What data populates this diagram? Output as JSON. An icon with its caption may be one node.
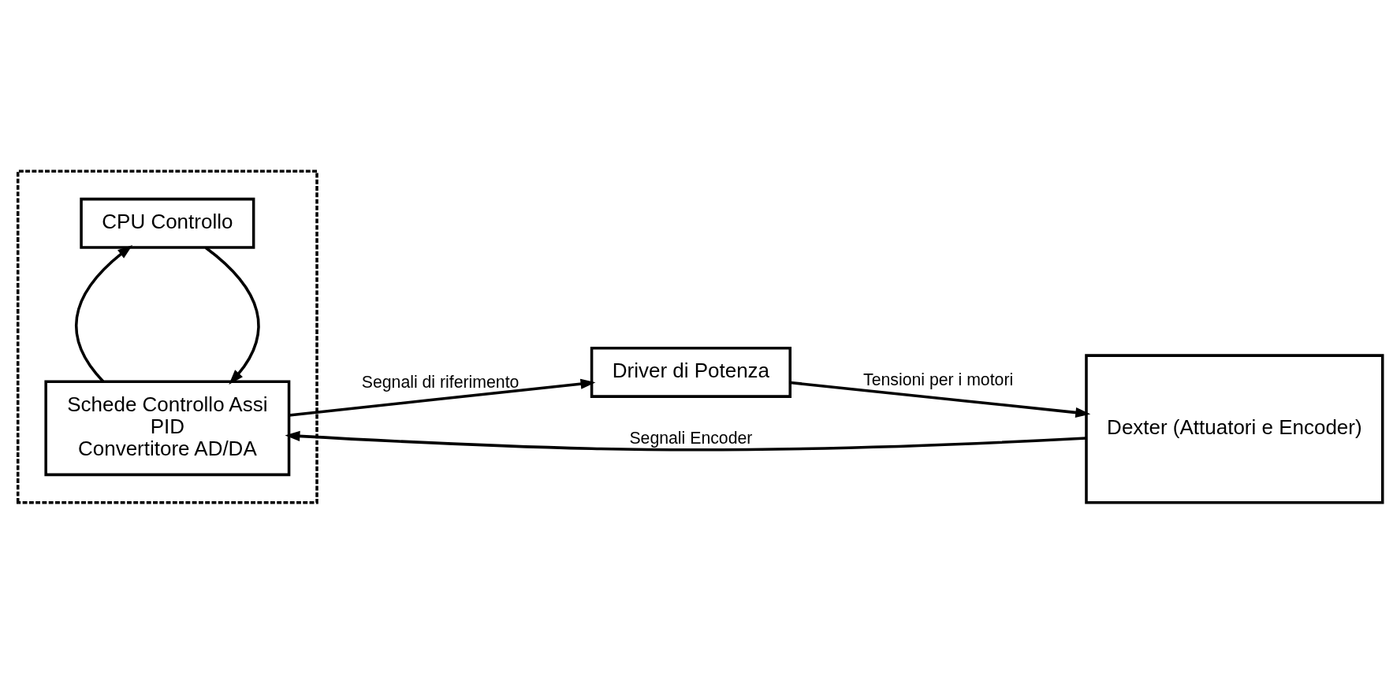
{
  "diagram": {
    "nodes": [
      {
        "text": [],
        "shape": "box"
      },
      {
        "text": [
          "CPU Controllo"
        ],
        "in": 0
      },
      {
        "text": [
          "Schede Controllo Assi",
          "PID",
          "Convertitore AD/DA"
        ],
        "in": 0
      },
      {
        "text": [
          "Driver di Potenza"
        ]
      },
      {
        "text": [
          "Dexter (Attuatori e Encoder)"
        ]
      }
    ],
    "edges": [
      {
        "from": 1,
        "to": 2,
        "arrow": "to"
      },
      {
        "from": 2,
        "to": 1,
        "arrow": "to"
      },
      {
        "from": 2,
        "to": 3,
        "arrow": "to",
        "label": "Segnali di riferimento"
      },
      {
        "from": 3,
        "to": 4,
        "arrow": "to",
        "label": "Tensioni per i motori"
      },
      {
        "from": 4,
        "to": 2,
        "arrow": "to",
        "label": "Segnali Encoder"
      }
    ]
  }
}
